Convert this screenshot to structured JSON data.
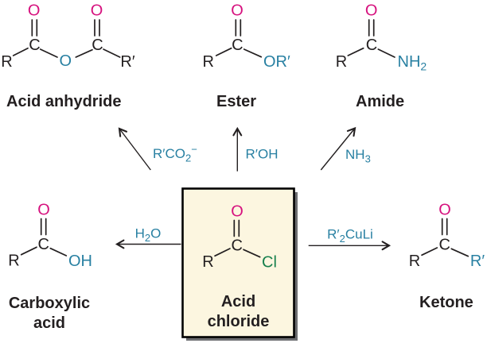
{
  "colors": {
    "canvas_bg": "#ffffff",
    "oxygen_pink": "#d6117e",
    "hetero_blue": "#2880a2",
    "chlorine_green": "#17804d",
    "bond_black": "#231f20",
    "box_bg": "#fcf6e0",
    "box_shadow": "#6d6e71"
  },
  "molecules": {
    "acid_anhydride": {
      "label": "Acid anhydride",
      "atoms": {
        "r": "R",
        "c_left": "C",
        "o_top_left": "O",
        "o_bridge": "O",
        "c_right": "C",
        "o_top_right": "O",
        "r_prime": "R′"
      }
    },
    "ester": {
      "label": "Ester",
      "atoms": {
        "r": "R",
        "c": "C",
        "o_top": "O",
        "o_r_prime": "OR′"
      }
    },
    "amide": {
      "label": "Amide",
      "atoms": {
        "r": "R",
        "c": "C",
        "o_top": "O",
        "nh": "NH",
        "nh_sub": "2"
      }
    },
    "carboxylic_acid": {
      "label_line1": "Carboxylic",
      "label_line2": "acid",
      "atoms": {
        "r": "R",
        "c": "C",
        "o_top": "O",
        "oh": "OH"
      }
    },
    "acid_chloride": {
      "label_line1": "Acid",
      "label_line2": "chloride",
      "atoms": {
        "r": "R",
        "c": "C",
        "o_top": "O",
        "cl": "Cl"
      }
    },
    "ketone": {
      "label": "Ketone",
      "atoms": {
        "r": "R",
        "c": "C",
        "o_top": "O",
        "r_prime": "R′"
      }
    }
  },
  "reagents": {
    "rco2": {
      "main": "R′CO",
      "sub": "2",
      "sup": "−"
    },
    "roh": {
      "main": "R′OH"
    },
    "nh3": {
      "main": "NH",
      "sub": "3"
    },
    "h2o": {
      "pre": "H",
      "sub": "2",
      "post": "O"
    },
    "r2culi": {
      "pre": "R′",
      "sub": "2",
      "post": "CuLi"
    }
  }
}
